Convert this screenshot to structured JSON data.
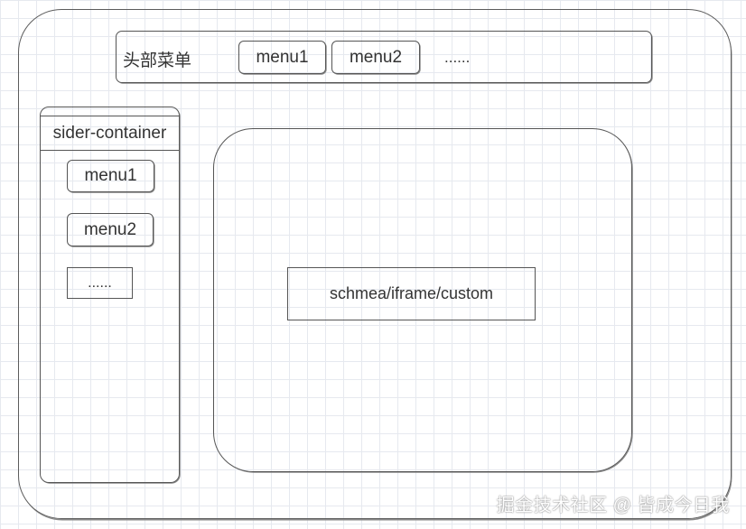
{
  "header": {
    "title": "头部菜单",
    "menus": [
      "menu1",
      "menu2"
    ],
    "more": "......"
  },
  "sider": {
    "title": "sider-container",
    "menus": [
      "menu1",
      "menu2"
    ],
    "more": "......"
  },
  "content": {
    "label": "schmea/iframe/custom"
  },
  "watermark": "掘金技术社区 @ 皆成今日我"
}
